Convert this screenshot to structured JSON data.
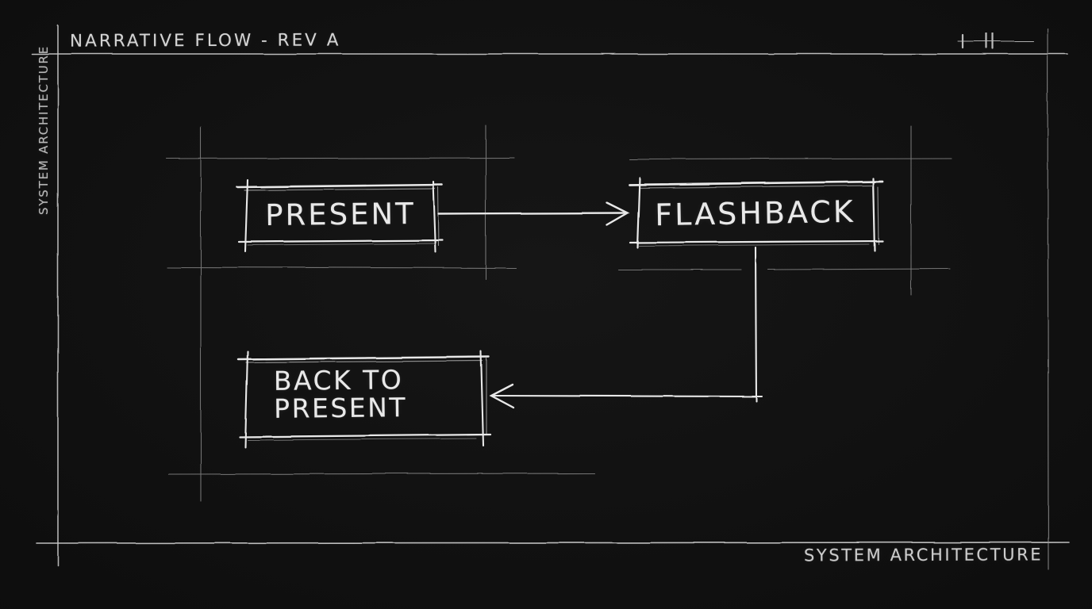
{
  "header": {
    "title": "NARRATIVE FLOW - REV A"
  },
  "margins": {
    "left_vertical_label": "SYSTEM ARCHITECTURE",
    "bottom_right_label": "SYSTEM ARCHITECTURE"
  },
  "diagram": {
    "style": "hand-sketched blueprint on dark board",
    "nodes": [
      {
        "id": "present",
        "label": "PRESENT"
      },
      {
        "id": "flashback",
        "label": "FLASHBACK"
      },
      {
        "id": "back_to_present",
        "label": "BACK TO PRESENT",
        "line1": "BACK TO",
        "line2": "PRESENT"
      }
    ],
    "edges": [
      {
        "from": "PRESENT",
        "to": "FLASHBACK",
        "direction": "right"
      },
      {
        "from": "FLASHBACK",
        "to": "BACK TO PRESENT",
        "direction": "down-then-left"
      }
    ]
  },
  "colors": {
    "background": "#0e0e0e",
    "chalk": "#e8e8e8",
    "chalk_dim": "#c6c6c6",
    "guide_line": "#8d8d8d"
  }
}
